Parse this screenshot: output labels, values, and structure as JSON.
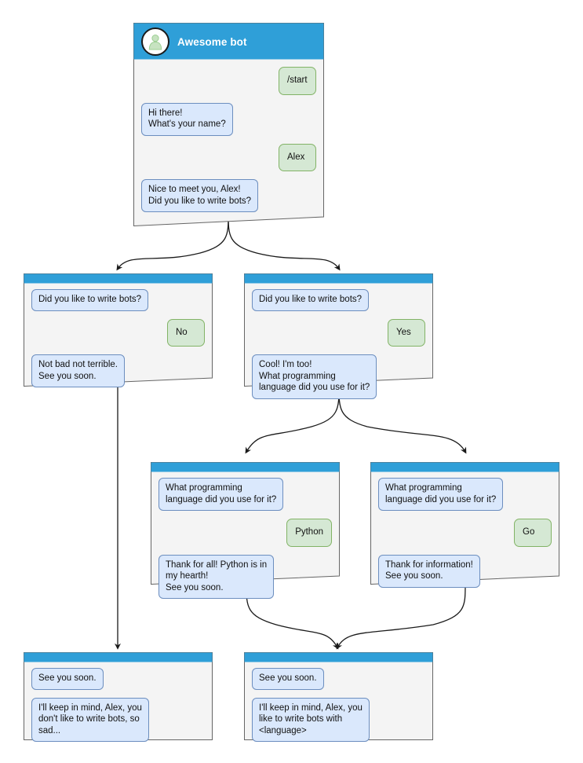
{
  "theme": {
    "header_blue": "#2f9fd8",
    "screen_bg": "#f4f4f4",
    "node_border": "#666666",
    "bot_bubble_fill": "#dae8fc",
    "bot_bubble_stroke": "#6c8ebf",
    "user_bubble_fill": "#d5e8d4",
    "user_bubble_stroke": "#82b366",
    "edge_color": "#1a1a1a",
    "avatar_fill": "#ffffff",
    "avatar_person": "#b9dcb3"
  },
  "diagram": {
    "title": "Awesome bot dialog flow",
    "nodes": [
      {
        "id": "start",
        "header_title": "Awesome bot",
        "avatar_icon": "person-avatar-icon",
        "messages": [
          {
            "side": "right",
            "text": "/start"
          },
          {
            "side": "left",
            "text": "Hi there!\nWhat's your name?"
          },
          {
            "side": "right",
            "text": "Alex"
          },
          {
            "side": "left",
            "text": "Nice to meet you, Alex!\nDid you like to write bots?"
          }
        ]
      },
      {
        "id": "answer-no",
        "header_title": "",
        "messages": [
          {
            "side": "left",
            "text": "Did you like to write bots?"
          },
          {
            "side": "right",
            "text": "No"
          },
          {
            "side": "left",
            "text": "Not bad not terrible.\nSee you soon."
          }
        ]
      },
      {
        "id": "answer-yes",
        "header_title": "",
        "messages": [
          {
            "side": "left",
            "text": "Did you like to write bots?"
          },
          {
            "side": "right",
            "text": "Yes"
          },
          {
            "side": "left",
            "text": "Cool! I'm too!\nWhat programming\nlanguage did you use for it?"
          }
        ]
      },
      {
        "id": "lang-python",
        "header_title": "",
        "messages": [
          {
            "side": "left",
            "text": "What programming\nlanguage did you use for it?"
          },
          {
            "side": "right",
            "text": "Python"
          },
          {
            "side": "left",
            "text": "Thank for all! Python is in\nmy hearth!\nSee you soon."
          }
        ]
      },
      {
        "id": "lang-go",
        "header_title": "",
        "messages": [
          {
            "side": "left",
            "text": "What programming\nlanguage did you use for it?"
          },
          {
            "side": "right",
            "text": "Go"
          },
          {
            "side": "left",
            "text": "Thank for information!\nSee you soon."
          }
        ]
      },
      {
        "id": "end-sad",
        "header_title": "",
        "messages": [
          {
            "side": "left",
            "text": "See you soon."
          },
          {
            "side": "left",
            "text": "I'll keep in mind, Alex, you\ndon't like to write bots, so\nsad..."
          }
        ]
      },
      {
        "id": "end-happy",
        "header_title": "",
        "messages": [
          {
            "side": "left",
            "text": "See you soon."
          },
          {
            "side": "left",
            "text": "I'll keep in mind, Alex, you\nlike to write bots with\n<language>"
          }
        ]
      }
    ]
  },
  "nodes": {
    "start": {
      "header_title": "Awesome bot",
      "m0": "/start",
      "m1": "Hi there!\nWhat's your name?",
      "m2": "Alex",
      "m3": "Nice to meet you, Alex!\nDid you like to write bots?"
    },
    "answer_no": {
      "m0": "Did you like to write bots?",
      "m1": "No",
      "m2": "Not bad not terrible.\nSee you soon."
    },
    "answer_yes": {
      "m0": "Did you like to write bots?",
      "m1": "Yes",
      "m2": "Cool! I'm too!\nWhat programming\nlanguage did you use for it?"
    },
    "lang_python": {
      "m0": "What programming\nlanguage did you use for it?",
      "m1": "Python",
      "m2": "Thank for all! Python is in\nmy hearth!\nSee you soon."
    },
    "lang_go": {
      "m0": "What programming\nlanguage did you use for it?",
      "m1": "Go",
      "m2": "Thank for information!\nSee you soon."
    },
    "end_sad": {
      "m0": "See you soon.",
      "m1": "I'll keep in mind, Alex, you\ndon't like to write bots, so\nsad..."
    },
    "end_happy": {
      "m0": "See you soon.",
      "m1": "I'll keep in mind, Alex, you\nlike to write bots with\n<language>"
    }
  },
  "edges": [
    {
      "from": "start",
      "to": "answer-no",
      "style": "curved"
    },
    {
      "from": "start",
      "to": "answer-yes",
      "style": "curved"
    },
    {
      "from": "answer-no",
      "to": "end-sad",
      "style": "straight"
    },
    {
      "from": "answer-yes",
      "to": "lang-python",
      "style": "curved"
    },
    {
      "from": "answer-yes",
      "to": "lang-go",
      "style": "curved"
    },
    {
      "from": "lang-python",
      "to": "end-happy",
      "style": "curved"
    },
    {
      "from": "lang-go",
      "to": "end-happy",
      "style": "curved"
    }
  ]
}
